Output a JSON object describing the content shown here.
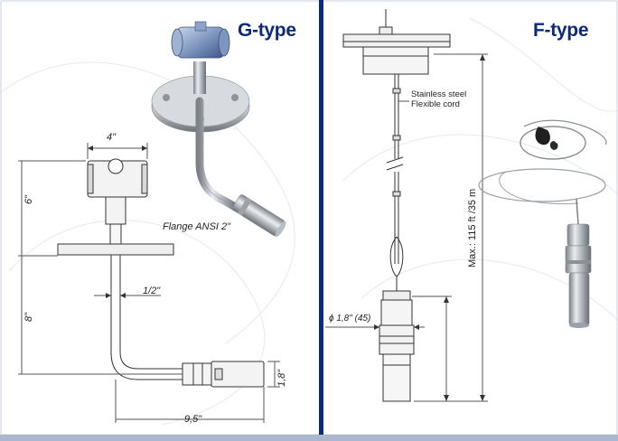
{
  "panels": {
    "left": {
      "title": "G-type"
    },
    "right": {
      "title": "F-type"
    }
  },
  "g_type": {
    "width_label": "4\"",
    "height_label": "6\"",
    "flange_label": "Flange ANSI 2\"",
    "pipe_label": "1/2\"",
    "lower_label": "8\"",
    "probe_diameter_label": "1,8\"",
    "length_label": "9,5\""
  },
  "f_type": {
    "cord_label_line1": "Stainless steel",
    "cord_label_line2": "Flexible cord",
    "max_length_label": "Max.: 115 ft /35 m",
    "probe_diameter_label": "1,8\" (45)",
    "diameter_symbol": "ϕ"
  },
  "colors": {
    "divider": "#0d2a7a",
    "title": "#0d2a7a",
    "bottom_bar": "#a9b8cc"
  }
}
